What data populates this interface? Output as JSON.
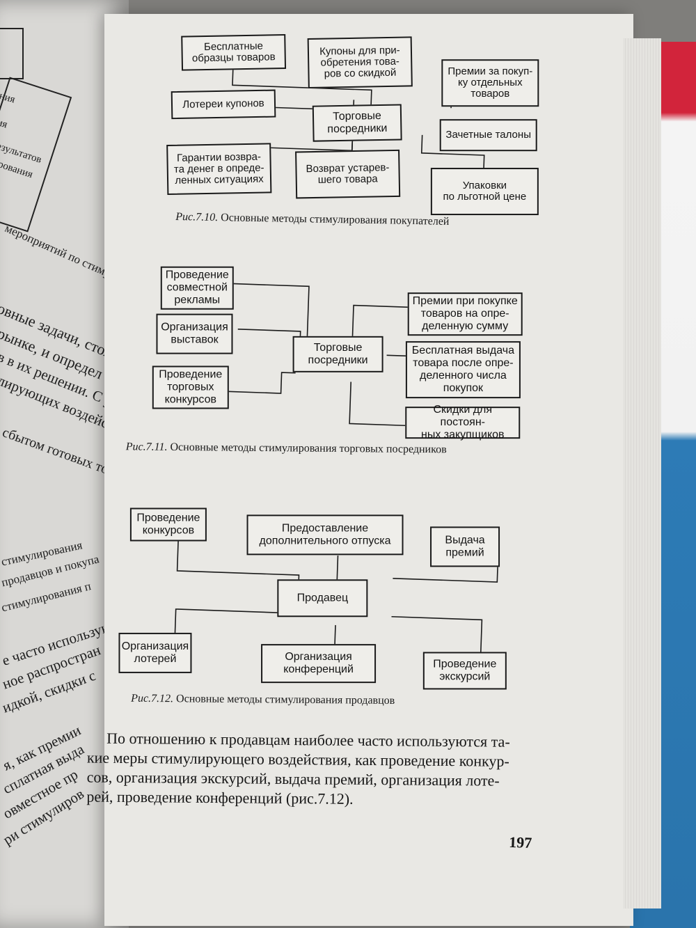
{
  "left_page": {
    "fragments": [
      "ения",
      "ия",
      "езультатов",
      "рования",
      "мероприятий по стимули",
      "овные задачи, стоя",
      "рынке, и определ",
      "в в их решении. С уч",
      "лирующих воздейст",
      "сбытом готовых то",
      "стимулирования",
      "продавцов и покупа",
      "стимулирования п",
      "е часто использую",
      "ное распростран",
      "идкой, скидки с",
      "я, как премии",
      "сплатная выда",
      "овместное пр",
      "ри стимулиров"
    ]
  },
  "fig_7_10": {
    "center": "Торговые\nпосредники",
    "items": [
      "Бесплатные\nобразцы товаров",
      "Купоны для при-\nобретения това-\nров со скидкой",
      "Премии за покуп-\nку отдельных\nтоваров",
      "Лотереи купонов",
      "Зачетные талоны",
      "Гарантии возвра-\nта денег в опреде-\nленных ситуациях",
      "Возврат устарев-\nшего товара",
      "Упаковки\nпо льготной цене"
    ],
    "caption_label": "Рис.7.10.",
    "caption_text": "Основные методы стимулирования покупателей"
  },
  "fig_7_11": {
    "center": "Торговые\nпосредники",
    "items": [
      "Проведение\nсовместной\nрекламы",
      "Организация\nвыставок",
      "Проведение\nторговых\nконкурсов",
      "Премии при покупке\nтоваров на опре-\nделенную сумму",
      "Бесплатная выдача\nтовара после опре-\nделенного числа\nпокупок",
      "Скидки для постоян-\nных закупщиков"
    ],
    "caption_label": "Рис.7.11.",
    "caption_text": "Основные методы стимулирования торговых посредников"
  },
  "fig_7_12": {
    "center": "Продавец",
    "items": [
      "Проведение\nконкурсов",
      "Предоставление\nдополнительного отпуска",
      "Выдача\nпремий",
      "Организация\nлотерей",
      "Организация\nконференций",
      "Проведение\nэкскурсий"
    ],
    "caption_label": "Рис.7.12.",
    "caption_text": "Основные методы стимулирования продавцов"
  },
  "paragraph": {
    "lines": [
      "По отношению к продавцам наиболее часто используются та-",
      "кие меры стимулирующего воздействия, как проведение конкур-",
      "сов, организация экскурсий, выдача премий, организация лоте-",
      "рей, проведение конференций (рис.7.12)."
    ]
  },
  "page_number": "197"
}
